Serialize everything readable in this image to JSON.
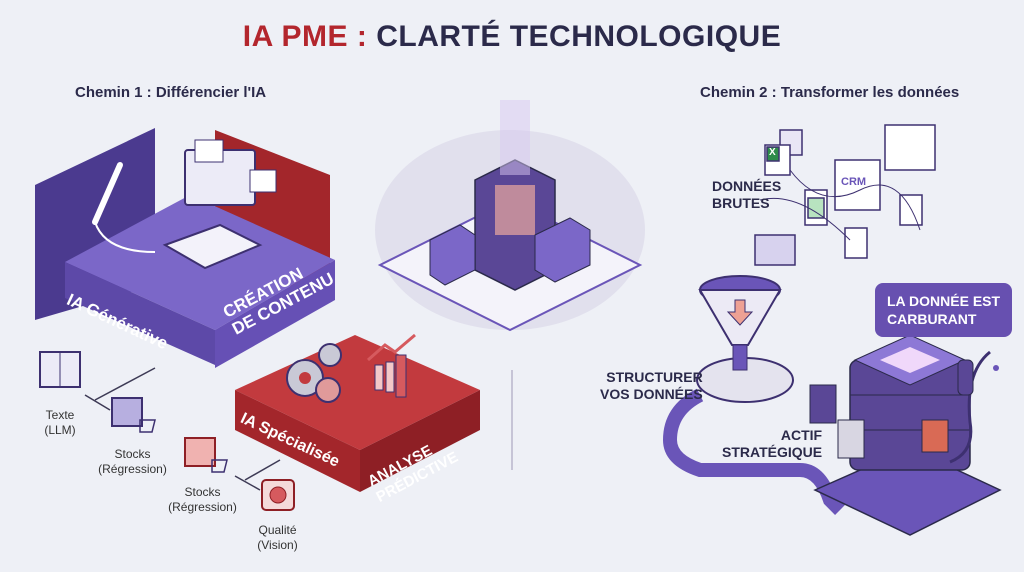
{
  "title": {
    "part1": "IA PME :",
    "part2": "CLARTÉ TECHNOLOGIQUE"
  },
  "left": {
    "heading": "Chemin 1 : Différencier l'IA",
    "generative": {
      "label": "IA Générative",
      "side": [
        "CRÉATION",
        "DE CONTENU"
      ]
    },
    "specialized": {
      "label": "IA Spécialisée",
      "side": [
        "ANALYSE",
        "PRÉDICTIVE"
      ]
    },
    "captions": [
      {
        "l1": "Texte",
        "l2": "(LLM)"
      },
      {
        "l1": "Stocks",
        "l2": "(Régression)"
      },
      {
        "l1": "Stocks",
        "l2": "(Régression)"
      },
      {
        "l1": "Qualité",
        "l2": "(Vision)"
      }
    ]
  },
  "right": {
    "heading": "Chemin 2 : Transformer les données",
    "raw": [
      "DONNÉES",
      "BRUTES"
    ],
    "structure": [
      "STRUCTURER",
      "VOS DONNÉES"
    ],
    "asset": [
      "ACTIF",
      "STRATÉGIQUE"
    ],
    "bubble": [
      "LA DONNÉE EST",
      "CARBURANT"
    ],
    "crm": "CRM",
    "excel": "X"
  },
  "colors": {
    "purple": "#6a55b8",
    "red": "#b3262d",
    "dark": "#2b2a4a",
    "bg": "#eef0f6"
  }
}
